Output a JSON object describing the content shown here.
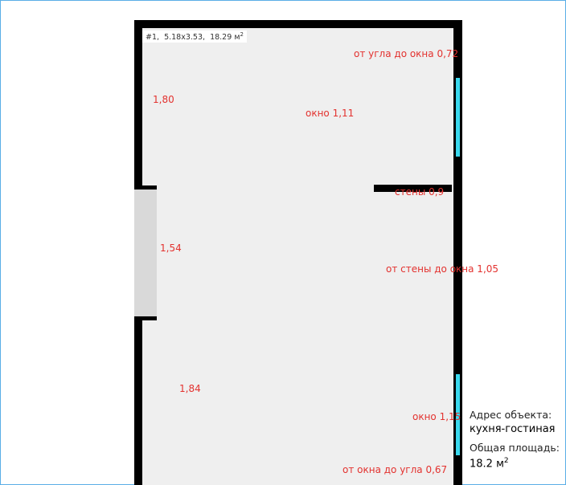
{
  "room": {
    "number": "#1",
    "size": "5.18x3.53",
    "area": "18.29",
    "area_unit": "м",
    "area_exp": "2"
  },
  "dimensions": {
    "corner_to_window_top": "от угла до окна 0,72",
    "window_top": "окно 1,11",
    "left_top": "1,80",
    "wall_stub": "стены 0,9",
    "door_width": "1,54",
    "wall_to_window": "от стены до окна 1,05",
    "left_bottom": "1,84",
    "window_bottom": "окно 1,15",
    "window_to_corner_bottom": "от окна до угла 0,67"
  },
  "info": {
    "address_label": "Адрес объекта:",
    "address_value": "кухня-гостиная",
    "area_label": "Общая площадь:",
    "area_value": "18.2 м",
    "area_exp": "2"
  },
  "colors": {
    "wall": "#000000",
    "floor": "#efefef",
    "window": "#3ad9ee",
    "door": "#d9d9d9",
    "dimension_text": "#e3322f",
    "frame": "#5aaee6"
  }
}
